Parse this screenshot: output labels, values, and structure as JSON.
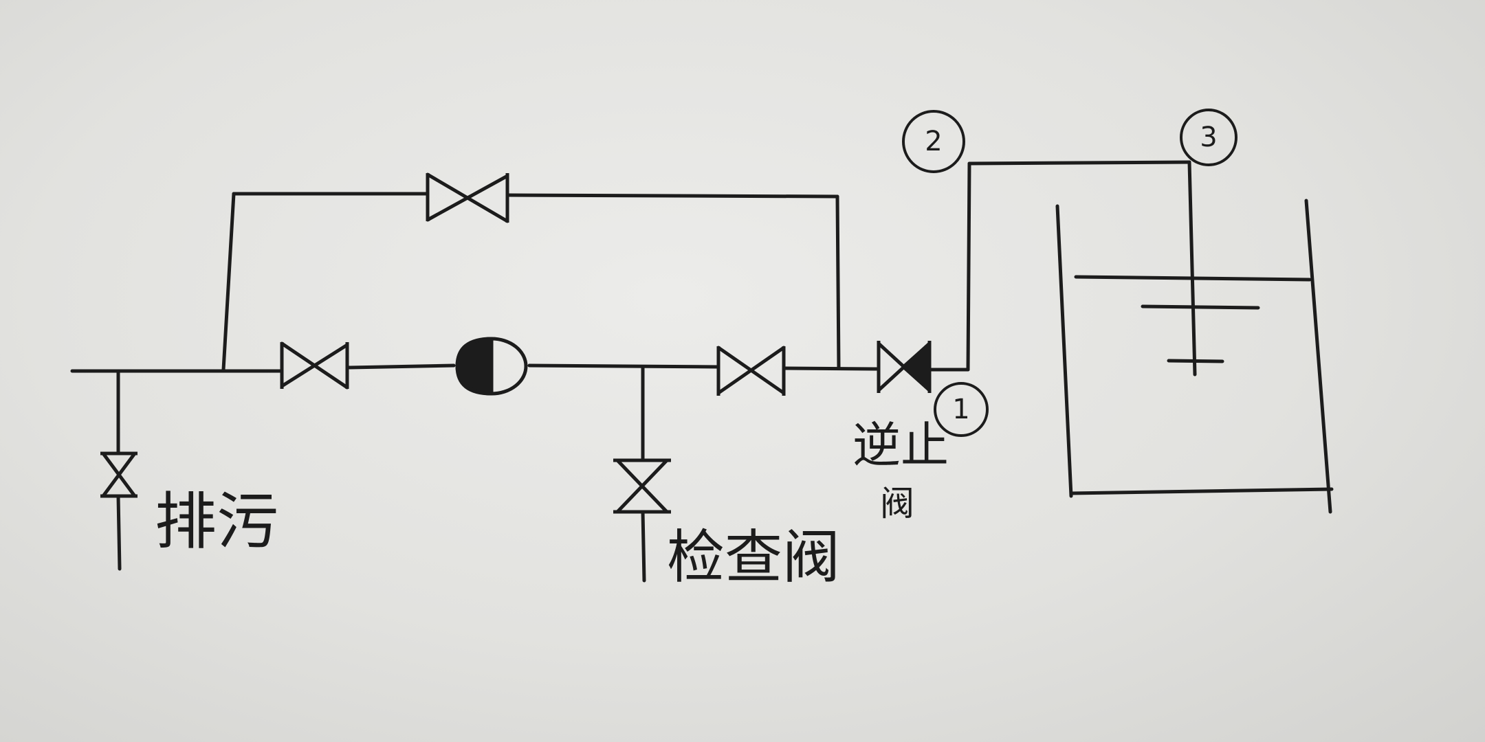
{
  "labels": {
    "blowdown": "排污",
    "check_valve": "检查阀",
    "stop_valve": "逆止",
    "stop_valve_sub": "阀"
  },
  "badges": {
    "b1": "1",
    "b2": "2",
    "b3": "3"
  },
  "colors": {
    "ink": "#1c1c1c",
    "paper": "#e6e6e3"
  }
}
